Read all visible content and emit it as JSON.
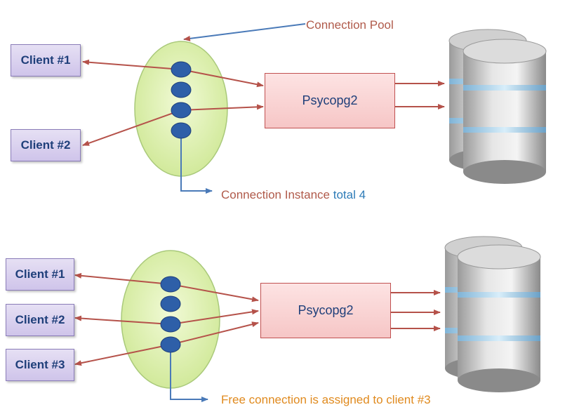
{
  "top": {
    "clients": [
      "Client #1",
      "Client #2"
    ],
    "driver_label": "Psycopg2",
    "pool_label": "Connection Pool",
    "instance_label": "Connection Instance",
    "instance_total": "total 4"
  },
  "bottom": {
    "clients": [
      "Client #1",
      "Client #2",
      "Client #3"
    ],
    "driver_label": "Psycopg2",
    "free_label": "Free connection is assigned to client #3"
  },
  "colors": {
    "arrow_red": "#b5524a",
    "arrow_blue": "#4a7ab8",
    "pool_green": "#d9efa8",
    "node_blue": "#2e5fa8",
    "label_orange": "#e08a1e"
  },
  "icons": [
    "database-icon"
  ]
}
